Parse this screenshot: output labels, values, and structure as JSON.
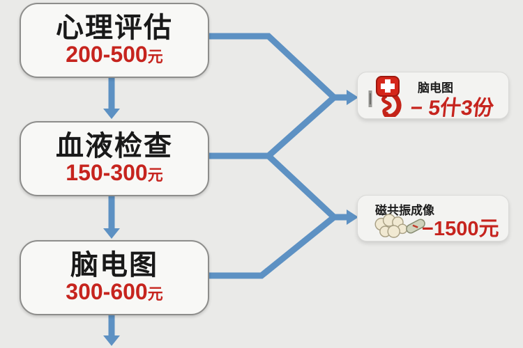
{
  "palette": {
    "background": "#eaeae8",
    "node_fill": "#f8f8f6",
    "node_border": "#8d8d8b",
    "result_fill": "#f3f3f1",
    "arrow_blue": "#5d91c3",
    "price_red": "#c6241e",
    "text_black": "#191919"
  },
  "nodes": [
    {
      "title": "心理评估",
      "price": "200-500",
      "unit": "元"
    },
    {
      "title": "血液检查",
      "price": "150-300",
      "unit": "元"
    },
    {
      "title": "脑电图",
      "price": "300-600",
      "unit": "元"
    }
  ],
  "results": [
    {
      "label": "脑电图",
      "price": "− 5什3份",
      "icon": "blood-bag-icon"
    },
    {
      "label": "磁共振成像",
      "price": "−1500",
      "unit": "元",
      "icon": "brain-icon capsule-icon"
    }
  ]
}
